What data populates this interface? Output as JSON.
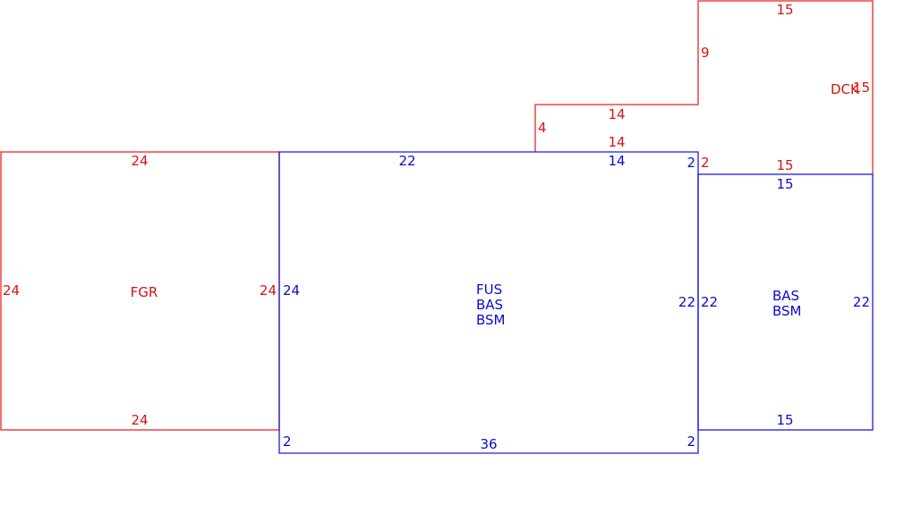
{
  "colors": {
    "existing": "#dd1111",
    "main": "#0a0ad0"
  },
  "garage": {
    "code": "FGR",
    "dims": {
      "top": "24",
      "bottom": "24",
      "left": "24",
      "right": "24"
    }
  },
  "main_house": {
    "codes": [
      "FUS",
      "BAS",
      "BSM"
    ],
    "dims": {
      "top": "22",
      "top_right": "14",
      "left": "24",
      "right": "22",
      "bottom": "36",
      "corner_tr": "2",
      "corner_bl": "2",
      "corner_br": "2"
    }
  },
  "addition": {
    "codes": [
      "BAS",
      "BSM"
    ],
    "dims": {
      "top": "15",
      "bottom": "15",
      "left": "22",
      "right": "22"
    }
  },
  "deck": {
    "code": "DCK",
    "dims": {
      "top": "15",
      "right": "15",
      "left_upper": "9",
      "step_top": "14",
      "step_left": "4",
      "step_bottom": "14",
      "bottom": "15",
      "corner": "2"
    }
  }
}
